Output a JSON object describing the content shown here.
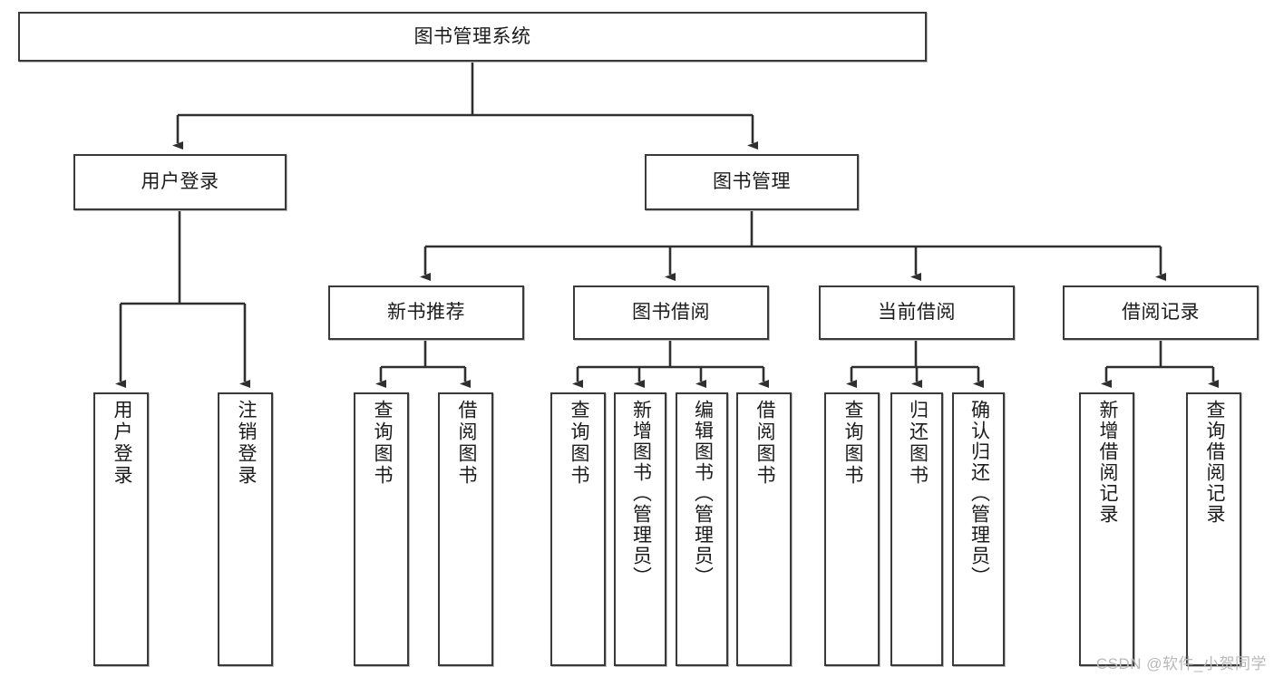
{
  "diagram": {
    "type": "tree-hierarchy",
    "title": "图书管理系统",
    "root": {
      "id": "root",
      "label": "图书管理系统"
    },
    "level1": [
      {
        "id": "user-login",
        "label": "用户登录"
      },
      {
        "id": "book-management",
        "label": "图书管理"
      }
    ],
    "level2": [
      {
        "id": "new-book-recommend",
        "label": "新书推荐",
        "parent": "book-management"
      },
      {
        "id": "book-borrow",
        "label": "图书借阅",
        "parent": "book-management"
      },
      {
        "id": "current-borrow",
        "label": "当前借阅",
        "parent": "book-management"
      },
      {
        "id": "borrow-record",
        "label": "借阅记录",
        "parent": "book-management"
      }
    ],
    "leaves": {
      "user_login": [
        {
          "id": "leaf-user-login",
          "label": "用户登录"
        },
        {
          "id": "leaf-logout",
          "label": "注销登录"
        }
      ],
      "new_book_recommend": [
        {
          "id": "leaf-query-book-1",
          "label": "查询图书"
        },
        {
          "id": "leaf-borrow-book-1",
          "label": "借阅图书"
        }
      ],
      "book_borrow": [
        {
          "id": "leaf-query-book-2",
          "label": "查询图书"
        },
        {
          "id": "leaf-add-book",
          "label": "新增图书（管理员）"
        },
        {
          "id": "leaf-edit-book",
          "label": "编辑图书（管理员）"
        },
        {
          "id": "leaf-borrow-book-2",
          "label": "借阅图书"
        }
      ],
      "current_borrow": [
        {
          "id": "leaf-query-book-3",
          "label": "查询图书"
        },
        {
          "id": "leaf-return-book",
          "label": "归还图书"
        },
        {
          "id": "leaf-confirm-return",
          "label": "确认归还（管理员）"
        }
      ],
      "borrow_record": [
        {
          "id": "leaf-add-record",
          "label": "新增借阅记录"
        },
        {
          "id": "leaf-query-record",
          "label": "查询借阅记录"
        }
      ]
    }
  },
  "watermark": {
    "text": "CSDN @软件_小贺同学"
  },
  "colors": {
    "border": "#3a3a3a",
    "background": "#ffffff",
    "text": "#1b1b1b",
    "watermark": "#b9b9b9"
  }
}
